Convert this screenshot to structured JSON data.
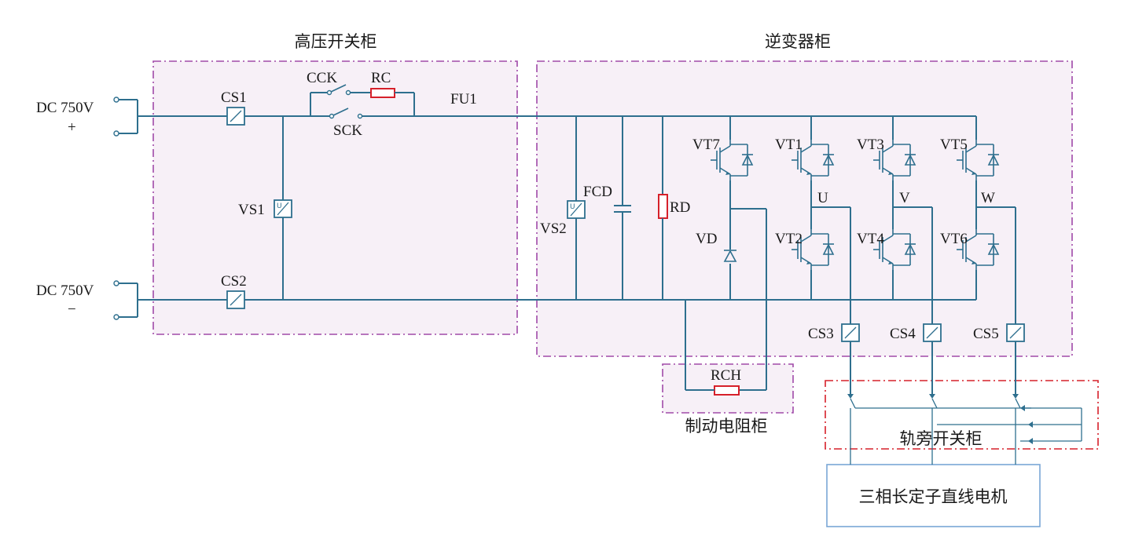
{
  "cabinets": {
    "hv_switch": "高压开关柜",
    "inverter": "逆变器柜",
    "brake_resistor": "制动电阻柜",
    "trackside_switch": "轨旁开关柜",
    "motor": "三相长定子直线电机"
  },
  "inputs": {
    "positive_label": "DC 750V",
    "positive_sign": "+",
    "negative_label": "DC 750V",
    "negative_sign": "−"
  },
  "components": {
    "cs1": "CS1",
    "cs2": "CS2",
    "cs3": "CS3",
    "cs4": "CS4",
    "cs5": "CS5",
    "vs1": "VS1",
    "vs2": "VS2",
    "cck": "CCK",
    "sck": "SCK",
    "rc": "RC",
    "fu1": "FU1",
    "fcd": "FCD",
    "rd": "RD",
    "vd": "VD",
    "rch": "RCH",
    "vt1": "VT1",
    "vt2": "VT2",
    "vt3": "VT3",
    "vt4": "VT4",
    "vt5": "VT5",
    "vt6": "VT6",
    "vt7": "VT7",
    "phase_u": "U",
    "phase_v": "V",
    "phase_w": "W"
  },
  "colors": {
    "wire": "#2e6f8e",
    "cabinet_border": "#a04aa8",
    "cabinet_fill": "#f7f0f7",
    "trackside_border": "#d6202a",
    "resistor": "#d6202a",
    "motor_border": "#7aa6d6"
  }
}
